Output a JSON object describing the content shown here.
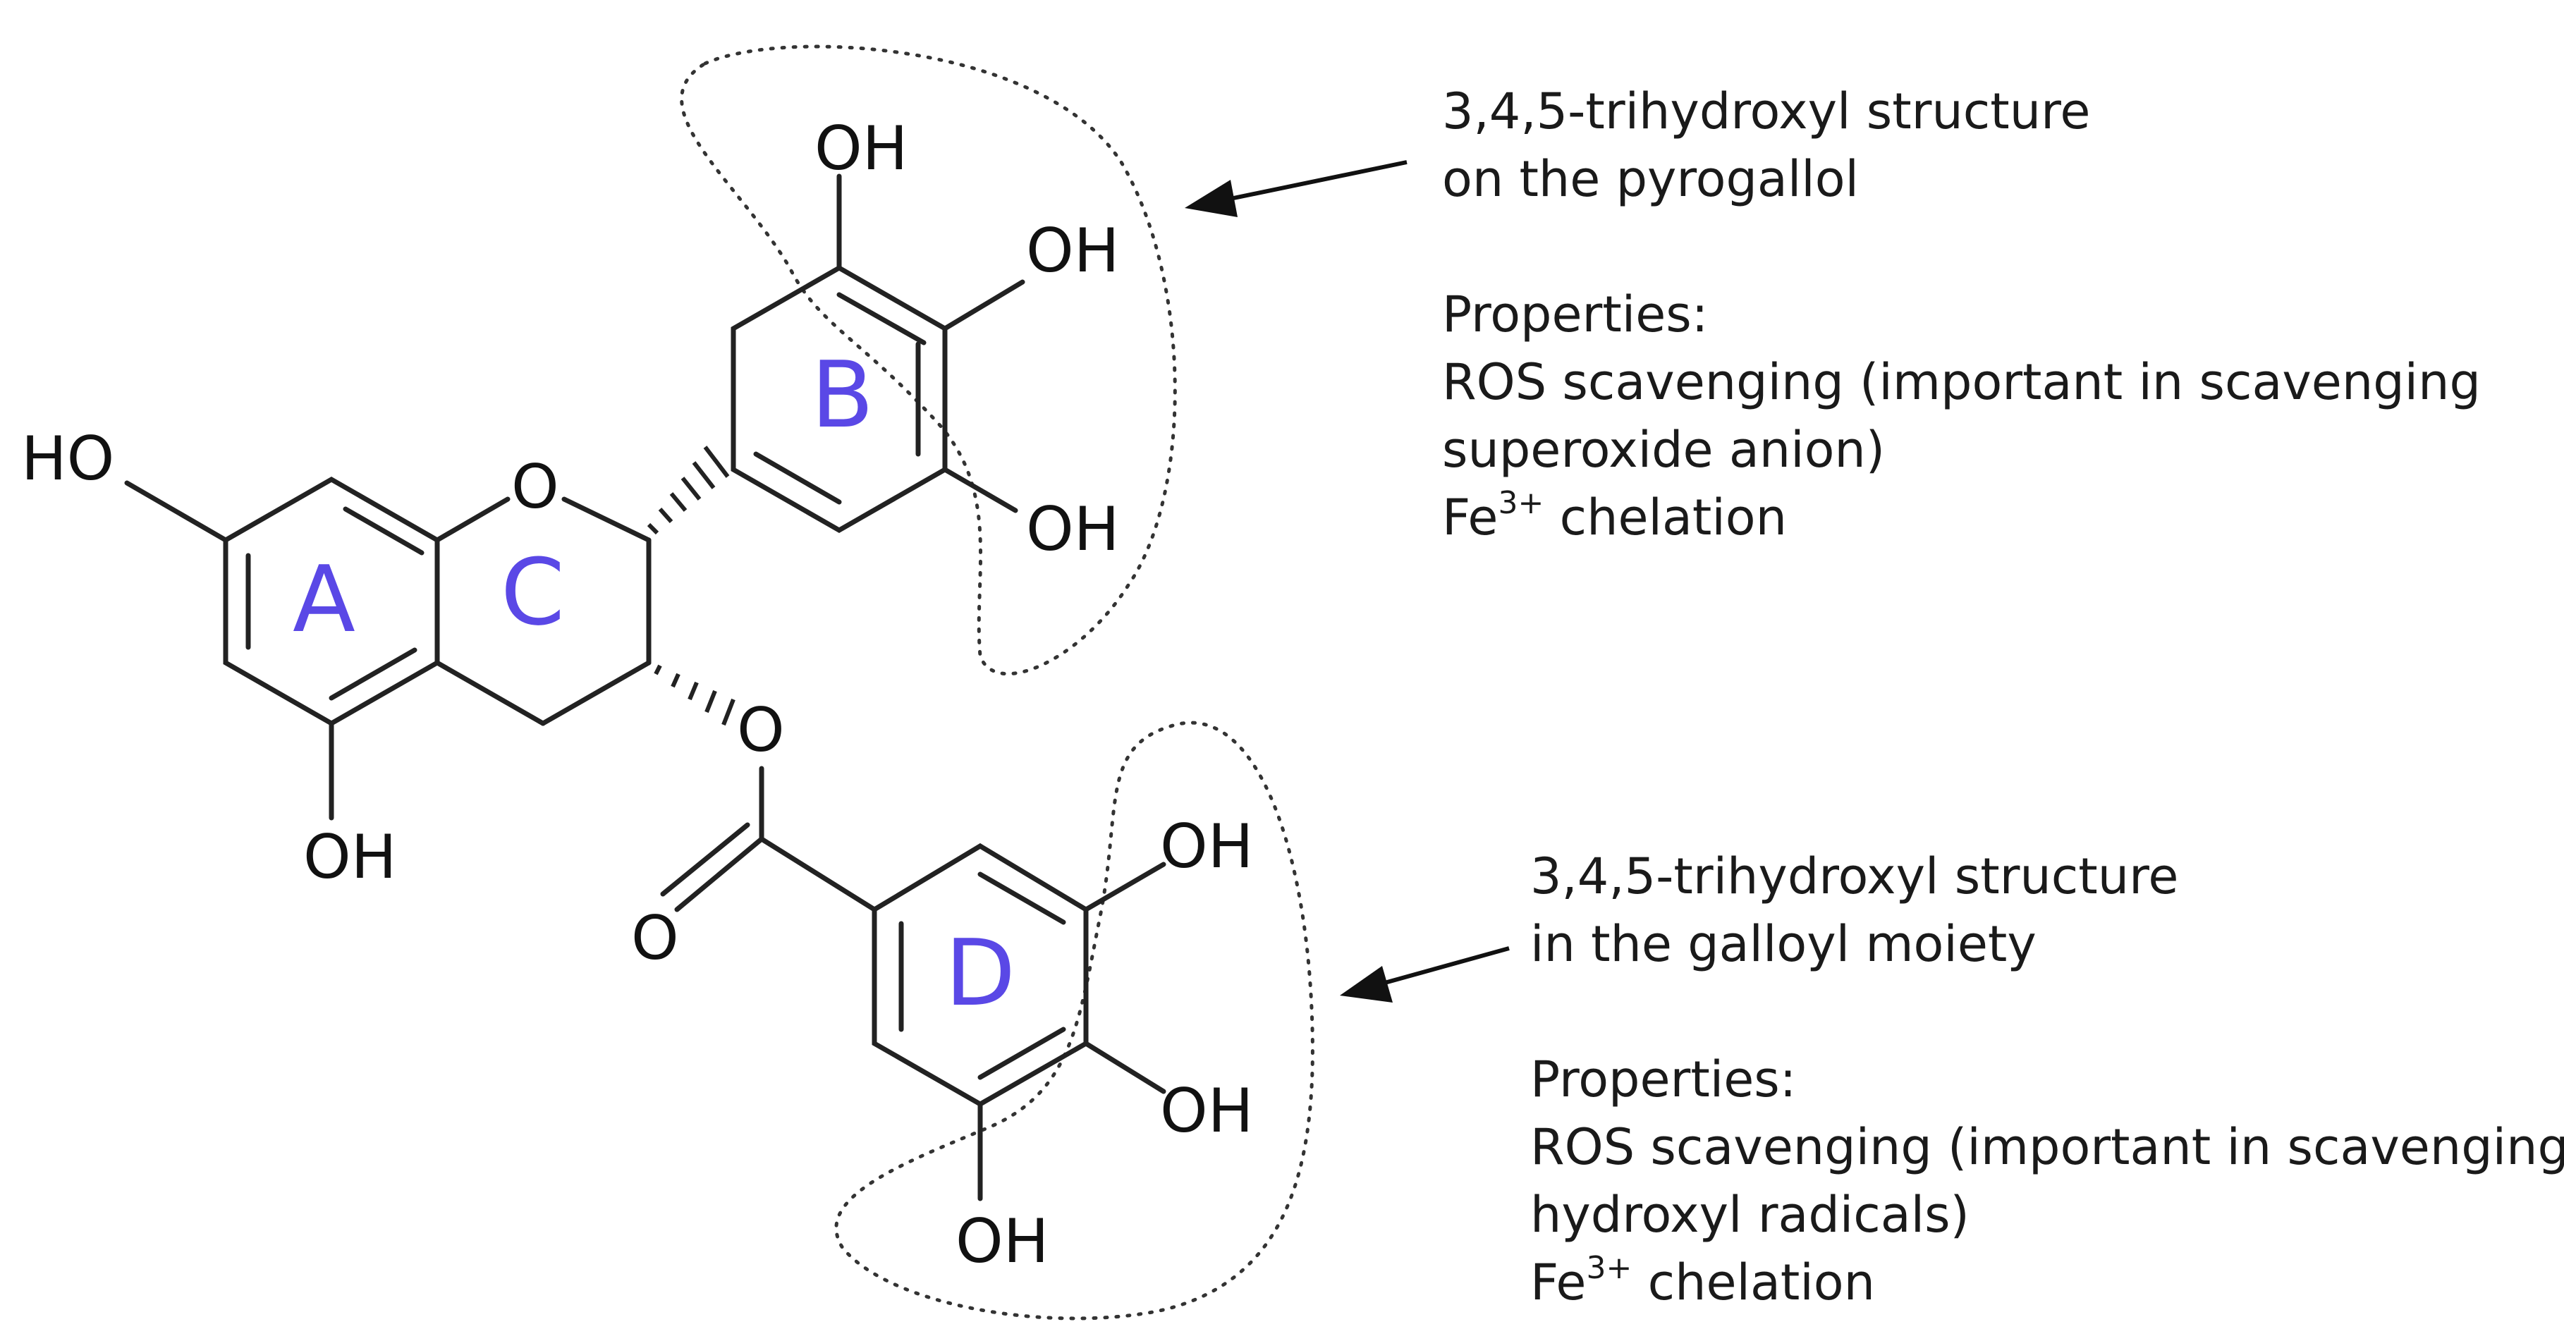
{
  "atoms": {
    "oh_b_top": "OH",
    "oh_b_mid": "OH",
    "oh_b_low": "OH",
    "ho_a": "HO",
    "oh_a_bottom": "OH",
    "o_ring": "O",
    "o_ester": "O",
    "o_carbonyl": "O",
    "oh_d_top": "OH",
    "oh_d_mid": "OH",
    "oh_d_bottom": "OH"
  },
  "rings": {
    "a": "A",
    "b": "B",
    "c": "C",
    "d": "D"
  },
  "annotations": {
    "pyrogallol": {
      "line1": "3,4,5-trihydroxyl structure",
      "line2": "on the pyrogallol",
      "properties_heading": "Properties:",
      "line3": "ROS scavenging (important in scavenging",
      "line4": "superoxide anion)",
      "fe_prefix": "Fe",
      "fe_sup": "3+",
      "fe_suffix": " chelation"
    },
    "galloyl": {
      "line1": "3,4,5-trihydroxyl structure",
      "line2": "in the galloyl moiety",
      "properties_heading": "Properties:",
      "line3": "ROS scavenging (important in scavenging",
      "line4": "hydroxyl radicals)",
      "fe_prefix": "Fe",
      "fe_sup": "3+",
      "fe_suffix": " chelation"
    }
  },
  "colors": {
    "ring_label": "#5a48e6",
    "bond": "#222222",
    "text": "#1a1a1a"
  }
}
